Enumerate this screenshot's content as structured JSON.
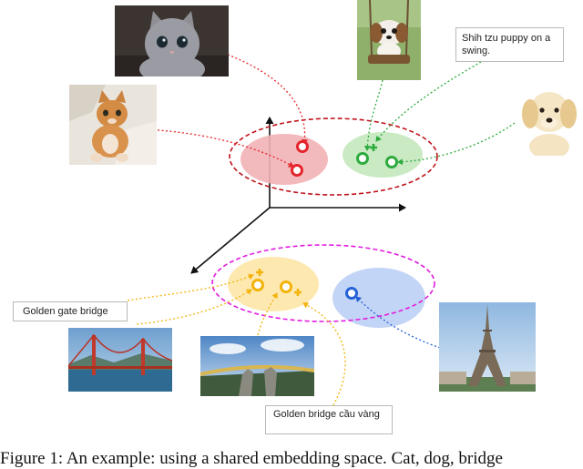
{
  "labels": {
    "shih_tzu": "Shih tzu puppy on a swing.",
    "golden_gate": "Golden gate bridge",
    "golden_bridge_vn": "Golden bridge cầu vàng"
  },
  "images": [
    {
      "name": "kitten-gray-photo"
    },
    {
      "name": "cat-orange-photo"
    },
    {
      "name": "shih-tzu-swing-photo"
    },
    {
      "name": "labrador-puppy-photo"
    },
    {
      "name": "golden-gate-bridge-photo"
    },
    {
      "name": "golden-hands-bridge-photo"
    },
    {
      "name": "eiffel-tower-photo"
    }
  ],
  "colors": {
    "cat_cluster": "#f2b3b6",
    "dog_cluster": "#c6e9c0",
    "bridge_cluster": "#fde8b0",
    "eiffel_cluster": "#c3d5f6",
    "animal_group_ring": "#c0141c",
    "landmark_group_ring": "#e21be0",
    "cat_marker": "#e4252c",
    "dog_marker": "#2eab3e",
    "bridge_marker": "#f4b30c",
    "eiffel_marker": "#2462d6"
  },
  "caption": "Figure 1: An example: using a shared embedding space. Cat, dog, bridge"
}
